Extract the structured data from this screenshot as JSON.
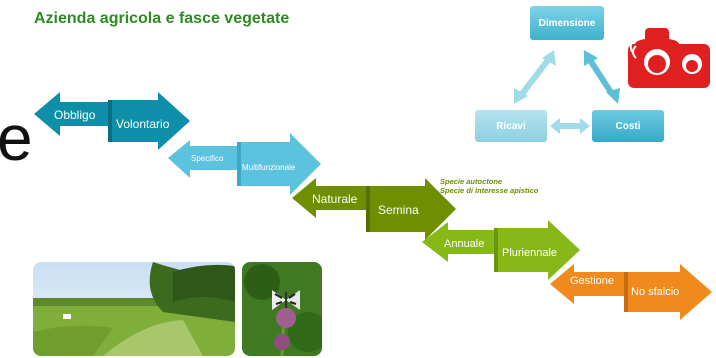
{
  "title": "Azienda agricola e fasce vegetate",
  "stray_letter": "e",
  "steps": [
    {
      "left": "Obbligo",
      "right": "Volontario"
    },
    {
      "left": "Specifico",
      "right": "Multifunzionale"
    },
    {
      "left": "Naturale",
      "right": "Semina"
    },
    {
      "left": "Annuale",
      "right": "Pluriennale"
    },
    {
      "left": "Gestione",
      "right": "No sfalcio"
    }
  ],
  "notes": [
    "Specie autoctone",
    "Specie di interesse apistico"
  ],
  "diagram": {
    "top": "Dimensione",
    "left": "Ricavi",
    "right": "Costi"
  },
  "icons": {
    "farmer": "farmer-icon"
  },
  "colors": {
    "title": "#2e8b23",
    "teal": "#0e8ea8",
    "light_blue": "#5cc3df",
    "olive": "#6f8f00",
    "green": "#86b817",
    "orange": "#f08a1c",
    "box_blue": "#5dbfd8",
    "farmer_red": "#e02020"
  }
}
